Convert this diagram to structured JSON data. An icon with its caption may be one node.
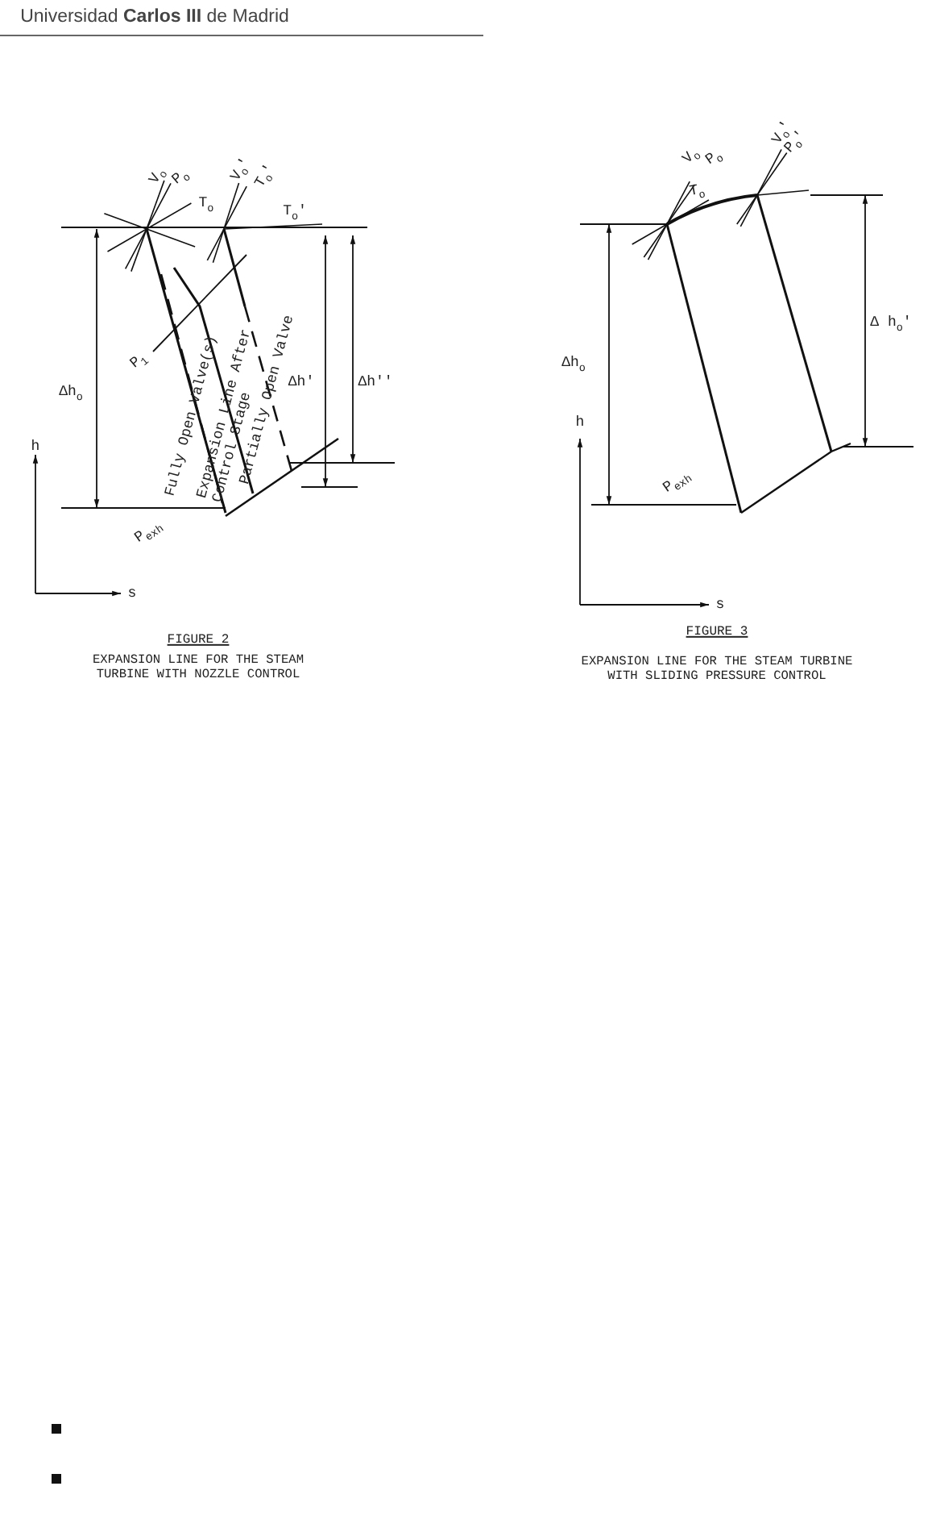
{
  "diagram": {
    "labels": [
      "Universidad **Carlos III** de Madrid",
      "V$_{o}$",
      "P$_{o}$",
      "T$_{o}$",
      "V$_{o}$'",
      "T$_{o}$'",
      "T$_{o}$'",
      "Δh$_{o}$",
      "P$_{1}$",
      "Fully Open Valve(s)",
      "Expansion Line After Control Stage",
      "Partially Open Valve",
      "Δh'",
      "Δh''",
      "h",
      "P$_{exh}$",
      "s",
      "FIGURE 2",
      "EXPANSION LINE FOR THE STEAM TURBINE WITH NOZZLE CONTROL",
      "V$_{o}$",
      "P$_{o}$",
      "T$_{o}$",
      "V$_{o}$'",
      "P$_{o}$'",
      "Δh$_{o}$",
      "Δ h$_{o}$'",
      "h",
      "P$_{exh}$",
      "s",
      "FIGURE 3",
      "EXPANSION LINE FOR THE STEAM TURBINE WITH SLIDING PRESSURE CONTROL"
    ]
  }
}
